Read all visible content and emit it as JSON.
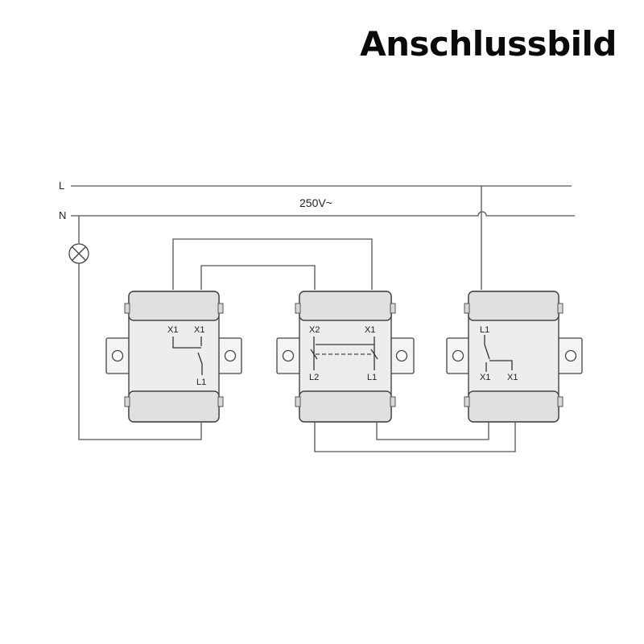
{
  "title": "Anschlussbild",
  "rails": {
    "line": "L",
    "neutral": "N",
    "voltage": "250V~"
  },
  "switches": [
    {
      "name": "wechselschalter-left",
      "terminals": [
        "X1",
        "X1",
        "L1"
      ]
    },
    {
      "name": "kreuzschalter-middle",
      "terminals": [
        "X2",
        "X1",
        "L2",
        "L1"
      ]
    },
    {
      "name": "wechselschalter-right",
      "terminals": [
        "L1",
        "X1",
        "X1"
      ]
    }
  ],
  "icons": {
    "lamp": "lamp-icon"
  }
}
